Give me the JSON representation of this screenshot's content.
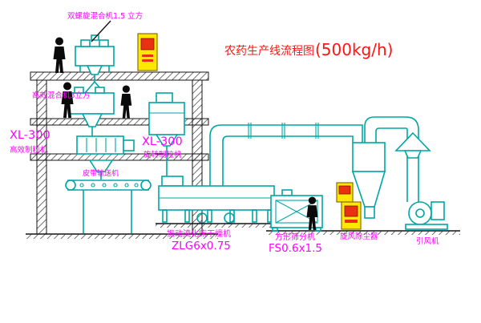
{
  "title": {
    "name_cn": "农药生产线流程图",
    "capacity": "(500kg/h)"
  },
  "equipment_labels": {
    "top_mixer": "双螺旋混合机1.5 立方",
    "second_mixer": "高效混合机3立方",
    "left_granulator_model": "XL-300",
    "left_granulator_name": "高效制粒机",
    "rotary_granulator_model": "XL-300",
    "rotary_granulator_name": "旋转制粒机",
    "belt_conveyor": "皮带输送机",
    "dryer_name": "振动流化床干燥机",
    "dryer_model": "ZLG6x0.75",
    "sifter_name": "方形筛分机",
    "sifter_model": "FS0.6x1.5",
    "cyclone": "旋风除尘器",
    "fan": "引风机"
  },
  "colors": {
    "equipment_outline": "#00a6a6",
    "label_magenta": "#ff00ff",
    "title_red": "#ff1414",
    "cabinet_yellow": "#ffe800",
    "cabinet_red": "#e93010",
    "structure_black": "#141414",
    "background": "#ffffff"
  }
}
